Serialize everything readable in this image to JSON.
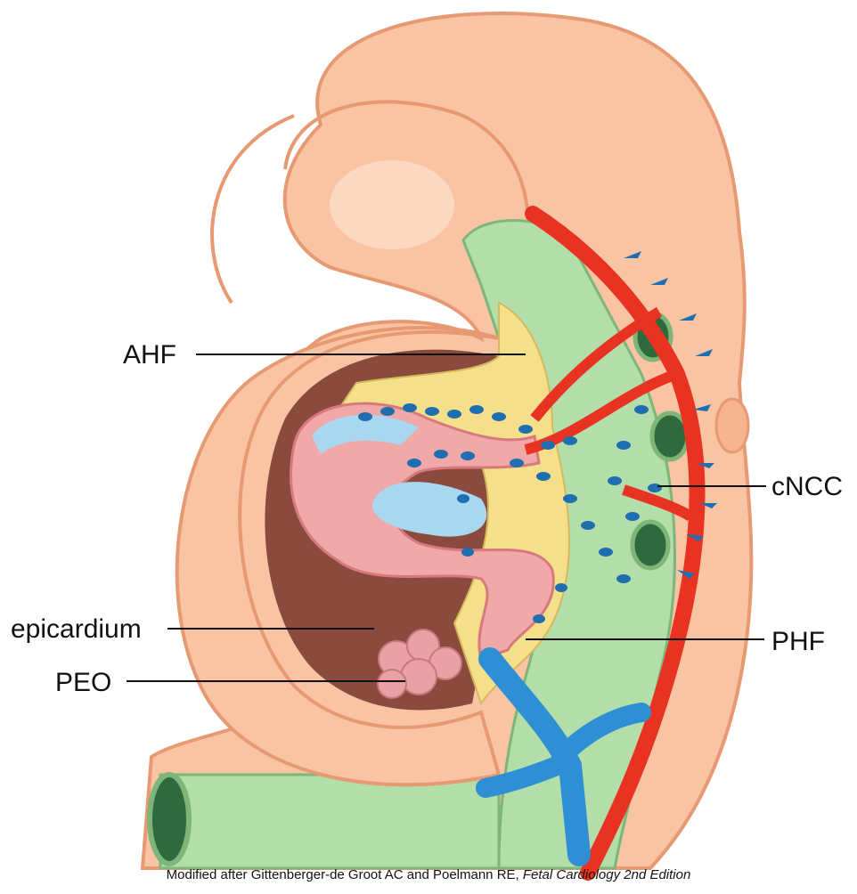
{
  "labels": {
    "ahf": "AHF",
    "cncc": "cNCC",
    "epicardium": "epicardium",
    "phf": "PHF",
    "peo": "PEO"
  },
  "caption": {
    "prefix": "Modified after Gittenberger-de Groot AC and Poelmann RE, ",
    "source": "Fetal Cardiology 2nd Edition"
  },
  "colors": {
    "skin": "#f9c4a4",
    "skin_outline": "#e79a72",
    "foregut": "#b3deaa",
    "foregut_dark": "#2f6a3e",
    "artery": "#e83222",
    "vein": "#2f8fd4",
    "heart_pink": "#f0a8a8",
    "pericardial_cavity": "#8a4a3e",
    "mesoderm_yellow": "#f4e08a",
    "endocardial_blue": "#a9d7ef",
    "ncc_blue": "#1f6fb0",
    "peo_pink": "#e9a1a6"
  }
}
